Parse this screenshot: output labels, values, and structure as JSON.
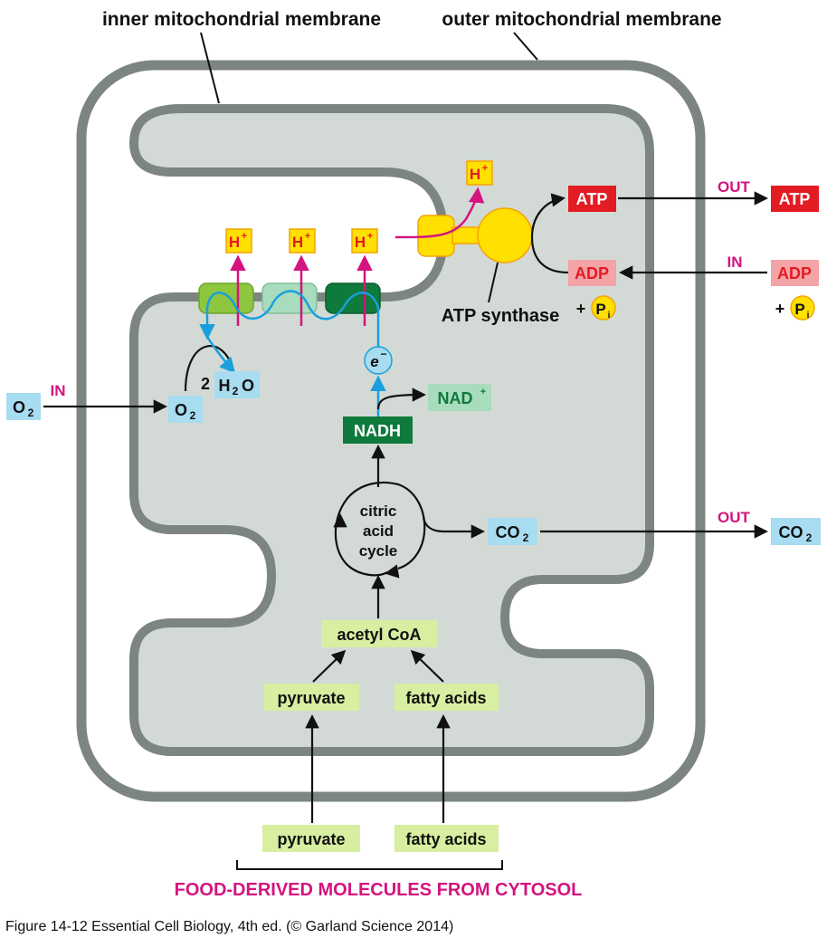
{
  "labels": {
    "inner_membrane": "inner mitochondrial membrane",
    "outer_membrane": "outer mitochondrial membrane",
    "atp_synthase": "ATP synthase",
    "atp_inside": "ATP",
    "atp_outside": "ATP",
    "adp_inside": "ADP",
    "adp_outside": "ADP",
    "out_atp": "OUT",
    "in_adp": "IN",
    "in_o2": "IN",
    "out_co2": "OUT",
    "plus_pi_inside": "+",
    "plus_pi_outside": "+",
    "pi": "P",
    "pi_sub": "i",
    "h_plus": "H",
    "h_sup": "+",
    "o2": "O",
    "o2_sub": "2",
    "water_coef": "2",
    "water_h": "H",
    "water_sub": "2",
    "water_o": "O",
    "electron": "e",
    "electron_sup": "−",
    "nad": "NAD",
    "nad_sup": "+",
    "nadh": "NADH",
    "citric_1": "citric",
    "citric_2": "acid",
    "citric_3": "cycle",
    "co2": "CO",
    "co2_sub": "2",
    "acetyl_coa": "acetyl CoA",
    "pyruvate_inside": "pyruvate",
    "fatty_acids_inside": "fatty acids",
    "pyruvate_outside": "pyruvate",
    "fatty_acids_outside": "fatty acids",
    "food_derived": "FOOD-DERIVED MOLECULES FROM CYTOSOL",
    "caption": "Figure 14-12  Essential Cell Biology, 4th ed. (© Garland Science 2014)"
  },
  "colors": {
    "membrane": "#7c8580",
    "matrix": "#d3dad6",
    "red": "#e31b23",
    "pink_box": "#f4a3a6",
    "magenta": "#d4147f",
    "cyan_box": "#a8dcf0",
    "blue_arrow": "#1a9fdc",
    "dark_green": "#0e7a3c",
    "light_green_box": "#d8eea0",
    "mint_box": "#a9dcbc",
    "yellow": "#ffe000",
    "orange_border": "#f5a300"
  }
}
